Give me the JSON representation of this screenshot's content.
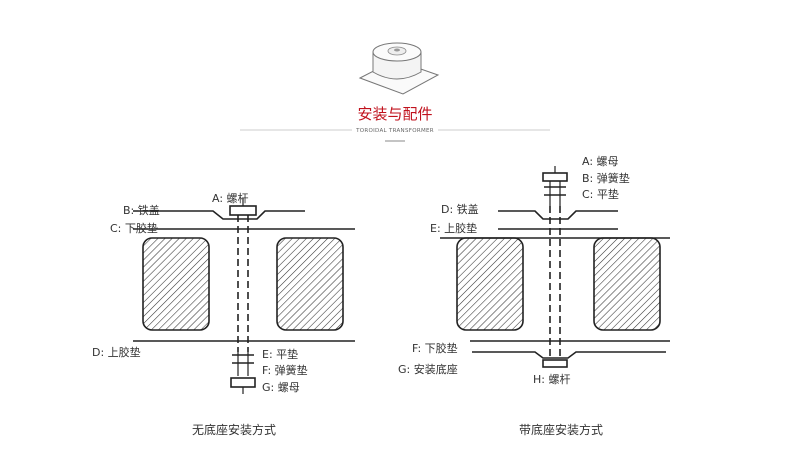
{
  "header": {
    "title": "安装与配件",
    "subtitle": "TOROIDAL TRANSFORMER"
  },
  "left": {
    "caption": "无底座安装方式",
    "labels": {
      "a": "A: 螺杆",
      "b": "B: 铁盖",
      "c": "C: 下胶垫",
      "d": "D: 上胶垫",
      "e": "E: 平垫",
      "f": "F: 弹簧垫",
      "g": "G: 螺母"
    }
  },
  "right": {
    "caption": "带底座安装方式",
    "labels": {
      "a": "A: 螺母",
      "b": "B: 弹簧垫",
      "c": "C: 平垫",
      "d": "D: 铁盖",
      "e": "E: 上胶垫",
      "f": "F: 下胶垫",
      "g": "G: 安装底座",
      "h": "H: 螺杆"
    }
  },
  "colors": {
    "title": "#c0121d",
    "line": "#222222",
    "text": "#333333"
  }
}
